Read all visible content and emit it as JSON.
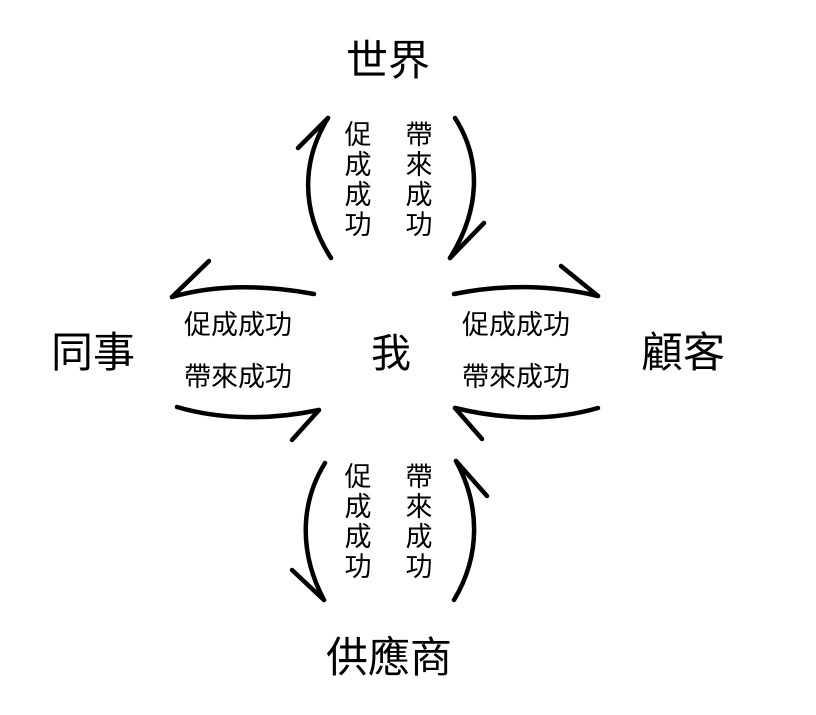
{
  "nodes": {
    "top": "世界",
    "left": "同事",
    "center": "我",
    "right": "顧客",
    "bottom": "供應商"
  },
  "labels": {
    "promote": "促成成功",
    "bring": "帶來成功"
  },
  "vertical": {
    "promote": "促成成功",
    "bring": "帶來成功"
  }
}
